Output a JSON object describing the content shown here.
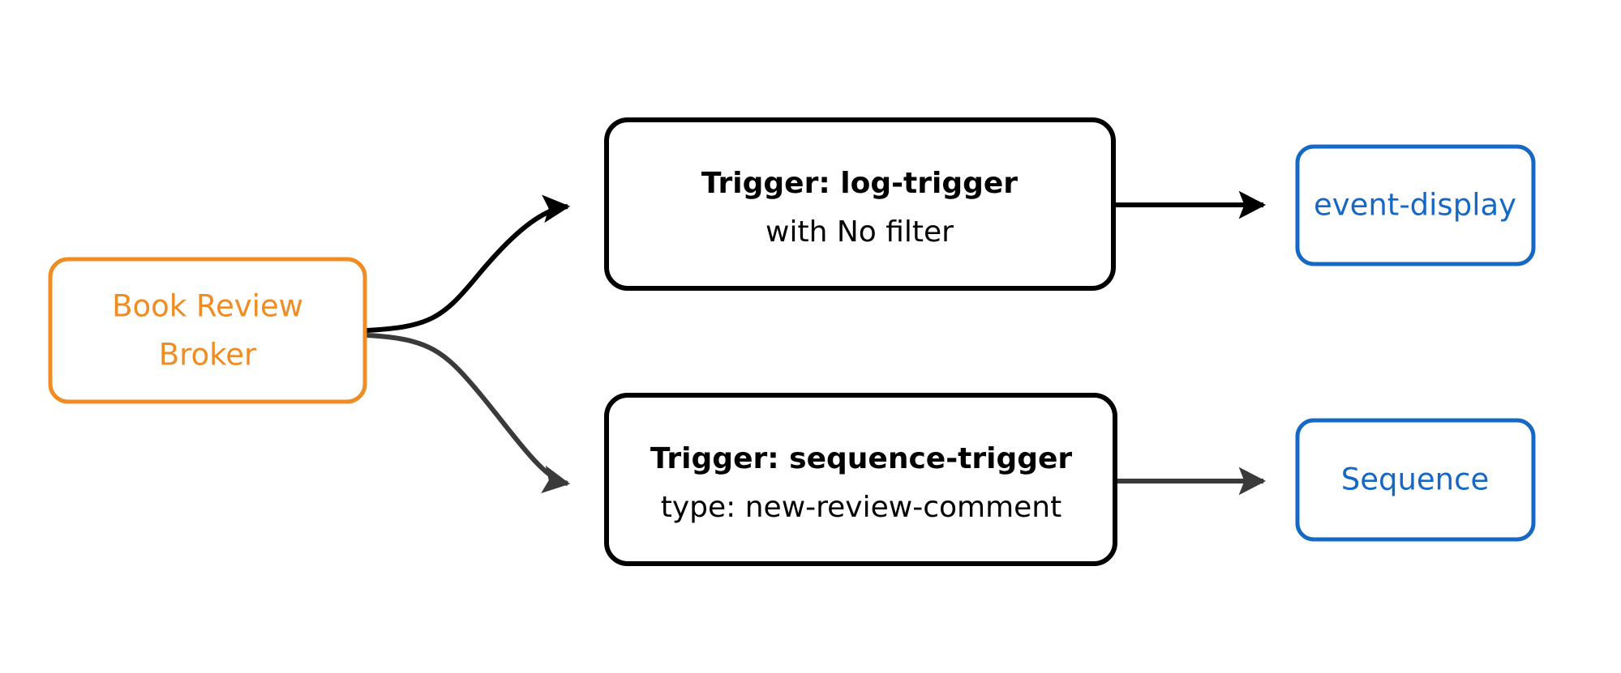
{
  "diagram": {
    "type": "flow-diagram",
    "background_color": "#ffffff",
    "colors": {
      "broker_stroke": "#f08c24",
      "broker_text": "#f08c24",
      "trigger_stroke": "#000000",
      "trigger_text": "#000000",
      "sink_stroke": "#1668c5",
      "sink_text": "#1668c5",
      "edge_primary": "#000000",
      "edge_secondary": "#3a3a3a"
    },
    "nodes": {
      "broker": {
        "id": "book-review-broker",
        "line1": "Book Review",
        "line2": "Broker"
      },
      "log_trigger": {
        "id": "log-trigger",
        "title": "Trigger: log-trigger",
        "subtitle": "with No filter"
      },
      "sequence_trigger": {
        "id": "sequence-trigger",
        "title": "Trigger: sequence-trigger",
        "subtitle": "type: new-review-comment"
      },
      "event_display": {
        "id": "event-display",
        "label": "event-display"
      },
      "sequence": {
        "id": "sequence",
        "label": "Sequence"
      }
    },
    "edges": [
      {
        "id": "broker-to-log-trigger",
        "from": "book-review-broker",
        "to": "log-trigger",
        "style": "curved",
        "color": "#000000",
        "arrowhead": "filled-triangle"
      },
      {
        "id": "broker-to-sequence-trigger",
        "from": "book-review-broker",
        "to": "sequence-trigger",
        "style": "curved",
        "color": "#3a3a3a",
        "arrowhead": "filled-triangle"
      },
      {
        "id": "log-trigger-to-event-display",
        "from": "log-trigger",
        "to": "event-display",
        "style": "straight",
        "color": "#000000",
        "arrowhead": "filled-triangle"
      },
      {
        "id": "sequence-trigger-to-sequence",
        "from": "sequence-trigger",
        "to": "sequence",
        "style": "straight",
        "color": "#3a3a3a",
        "arrowhead": "filled-triangle"
      }
    ]
  }
}
